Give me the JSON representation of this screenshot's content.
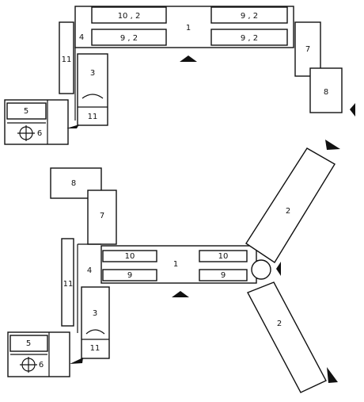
{
  "top": {
    "unit_1": "1",
    "unit_3": "3",
    "unit_4": "4",
    "unit_5": "5",
    "unit_6": "6",
    "unit_7": "7",
    "unit_8": "8",
    "unit_11_column": "11",
    "unit_11_base": "11",
    "bay_left_upper": "10 , 2",
    "bay_left_lower": "9 , 2",
    "bay_right_upper": "9 , 2",
    "bay_right_lower": "9 , 2"
  },
  "bottom": {
    "unit_1": "1",
    "unit_2_upper": "2",
    "unit_2_lower": "2",
    "unit_3": "3",
    "unit_4": "4",
    "unit_5": "5",
    "unit_6": "6",
    "unit_7": "7",
    "unit_8": "8",
    "unit_11_column": "11",
    "unit_11_base": "11",
    "bay_left_upper": "10",
    "bay_left_lower": "9",
    "bay_right_upper": "10",
    "bay_right_lower": "9"
  }
}
